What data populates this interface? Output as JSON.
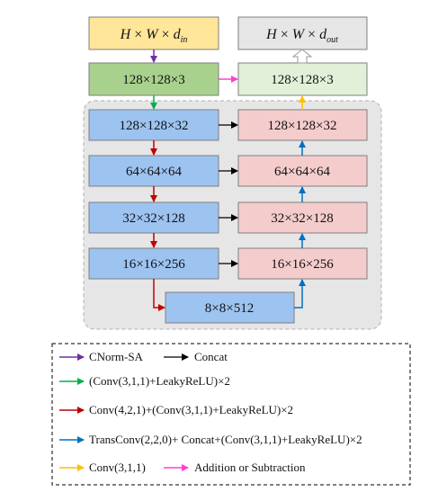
{
  "diagram": {
    "top_input": {
      "H": "H",
      "W": "W",
      "d": "d",
      "sub": "in"
    },
    "top_output": {
      "H": "H",
      "W": "W",
      "d": "d",
      "sub": "out"
    },
    "times": "×",
    "blocks": {
      "in_128": "128×128×3",
      "out_128": "128×128×3",
      "enc_1": "128×128×32",
      "enc_2": "64×64×64",
      "enc_3": "32×32×128",
      "enc_4": "16×16×256",
      "bottleneck": "8×8×512",
      "dec_1": "128×128×32",
      "dec_2": "64×64×64",
      "dec_3": "32×32×128",
      "dec_4": "16×16×256"
    },
    "colors": {
      "input_fill": "#ffe699",
      "output_fill": "#e7e6e6",
      "green_fill": "#a9d18e",
      "light_green_fill": "#e2f0d9",
      "encoder_fill": "#9dc3f0",
      "decoder_fill": "#f4cccc",
      "panel_fill": "#e6e6e6",
      "purple": "#7030a0",
      "green": "#00b050",
      "red": "#c00000",
      "blue": "#0070c0",
      "yellow": "#ffc000",
      "magenta": "#ff3fd2",
      "black": "#000000"
    }
  },
  "legend": {
    "items": [
      {
        "label": "CNorm-SA"
      },
      {
        "label": "Concat"
      },
      {
        "label": "(Conv(3,1,1)+LeakyReLU)×2"
      },
      {
        "label": "Conv(4,2,1)+(Conv(3,1,1)+LeakyReLU)×2"
      },
      {
        "label": "TransConv(2,2,0)+ Concat+(Conv(3,1,1)+LeakyReLU)×2"
      },
      {
        "label": "Conv(3,1,1)"
      },
      {
        "label": "Addition or Subtraction"
      }
    ]
  }
}
